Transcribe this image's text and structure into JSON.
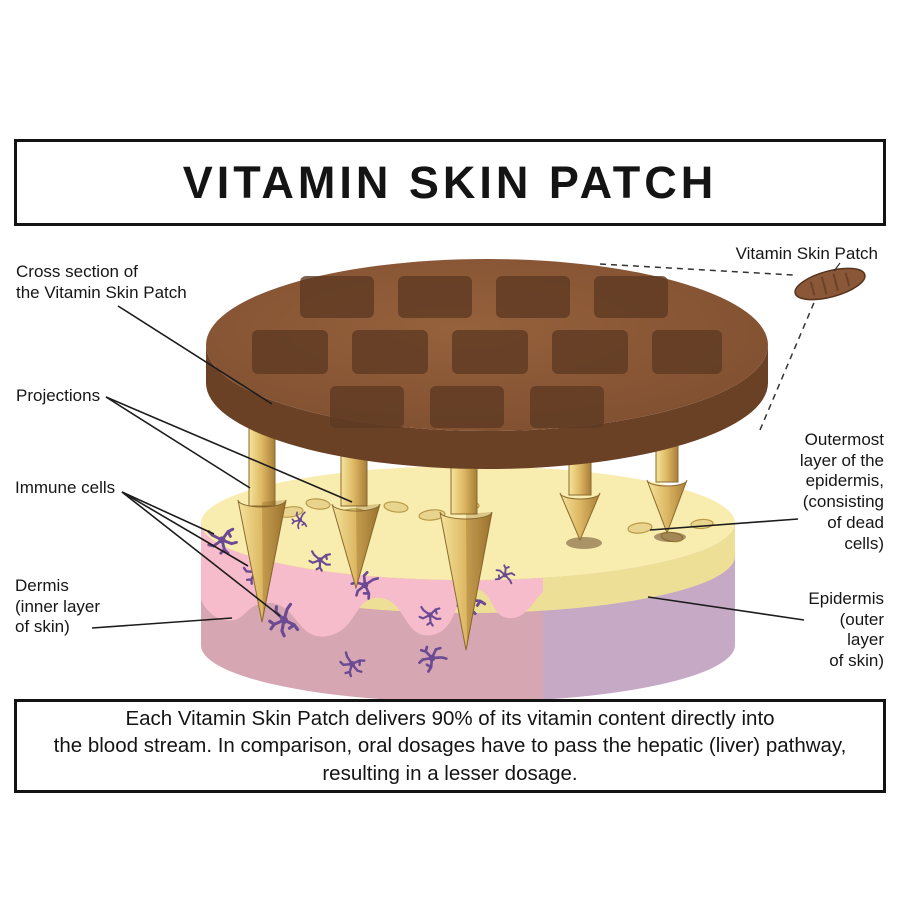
{
  "title": "VITAMIN SKIN PATCH",
  "labels": {
    "cross_section": "Cross section of\nthe Vitamin Skin Patch",
    "patch_small": "Vitamin Skin Patch",
    "projections": "Projections",
    "immune_cells": "Immune cells",
    "dermis": "Dermis\n(inner layer\nof skin)",
    "outermost": "Outermost\nlayer of the\nepidermis,\n(consisting\nof dead\ncells)",
    "epidermis": "Epidermis\n(outer\nlayer\nof skin)"
  },
  "footer": {
    "text": "Each Vitamin Skin Patch delivers 90% of its vitamin content directly into\nthe blood stream. In comparison, oral dosages have to pass the hepatic (liver) pathway,\nresulting in a lesser dosage."
  },
  "colors": {
    "patch_brown": "#8a5838",
    "patch_brown_dark": "#6b4126",
    "waffle_square": "#5e3a23",
    "needle_gold": "#ddb763",
    "stratum_cream": "#f8ecae",
    "dermis_pink": "#f7bccb",
    "dermis_rose": "#d6a6b2",
    "epidermis_mauve": "#c5a9c5",
    "immune_cell_purple": "#6b4a93"
  }
}
